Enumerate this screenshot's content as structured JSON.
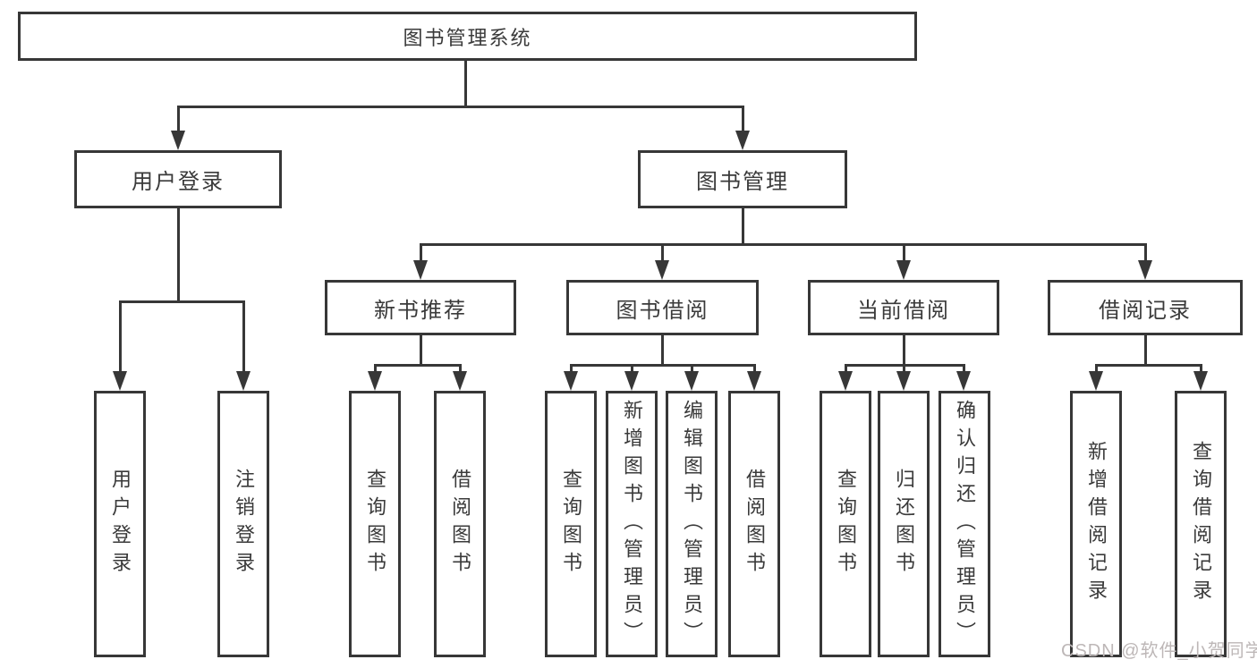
{
  "tree": {
    "root": "图书管理系统",
    "branches": [
      {
        "label": "用户登录",
        "children": [
          "用户登录",
          "注销登录"
        ]
      },
      {
        "label": "图书管理",
        "groups": [
          {
            "label": "新书推荐",
            "children": [
              "查询图书",
              "借阅图书"
            ]
          },
          {
            "label": "图书借阅",
            "children": [
              "查询图书",
              "新增图书（管理员）",
              "编辑图书（管理员）",
              "借阅图书"
            ]
          },
          {
            "label": "当前借阅",
            "children": [
              "查询图书",
              "归还图书",
              "确认归还（管理员）"
            ]
          },
          {
            "label": "借阅记录",
            "children": [
              "新增借阅记录",
              "查询借阅记录"
            ]
          }
        ]
      }
    ]
  },
  "watermark": {
    "text": "CSDN @软件_小贺同学"
  },
  "colors": {
    "line": "#373737",
    "text": "#3a3a3a",
    "box_background": "#ffffff",
    "watermark": "#bdb7b7",
    "background": "#ffffff"
  }
}
